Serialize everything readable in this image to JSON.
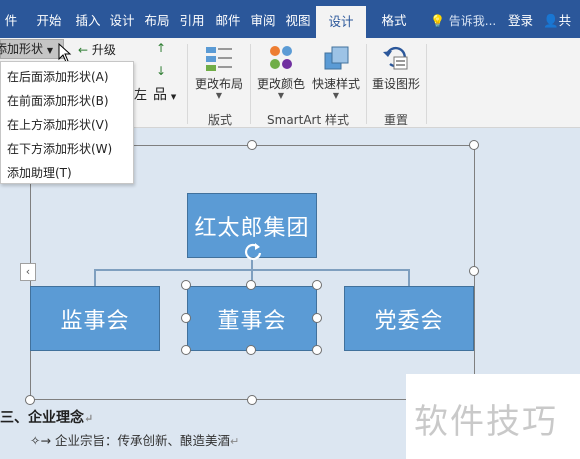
{
  "tabs": [
    {
      "label": "件"
    },
    {
      "label": "开始"
    },
    {
      "label": "插入"
    },
    {
      "label": "设计"
    },
    {
      "label": "布局"
    },
    {
      "label": "引用"
    },
    {
      "label": "邮件"
    },
    {
      "label": "审阅"
    },
    {
      "label": "视图"
    },
    {
      "label": "设计"
    },
    {
      "label": "格式"
    }
  ],
  "tell_me": "告诉我...",
  "login": "登录",
  "share": "共",
  "ribbon": {
    "add_shape": "添加形状",
    "promote": "升级",
    "layout_left": "左",
    "change_layout": "更改布局",
    "change_colors": "更改颜色",
    "quick_styles": "快速样式",
    "reset_graphic": "重设图形",
    "group_layouts": "版式",
    "group_styles": "SmartArt 样式",
    "group_reset": "重置"
  },
  "dropdown_items": [
    "在后面添加形状(A)",
    "在前面添加形状(B)",
    "在上方添加形状(V)",
    "在下方添加形状(W)",
    "添加助理(T)"
  ],
  "smartart": {
    "top": "红太郎集团",
    "left": "监事会",
    "middle": "董事会",
    "right": "党委会"
  },
  "doc": {
    "heading": "三、企业理念",
    "line": "企业宗旨：传承创新、酿造美酒"
  },
  "watermark": "软件技巧",
  "colors": {
    "accent": "#2b579a",
    "shape_fill": "#5b9bd5",
    "canvas": "#dce6f1"
  }
}
